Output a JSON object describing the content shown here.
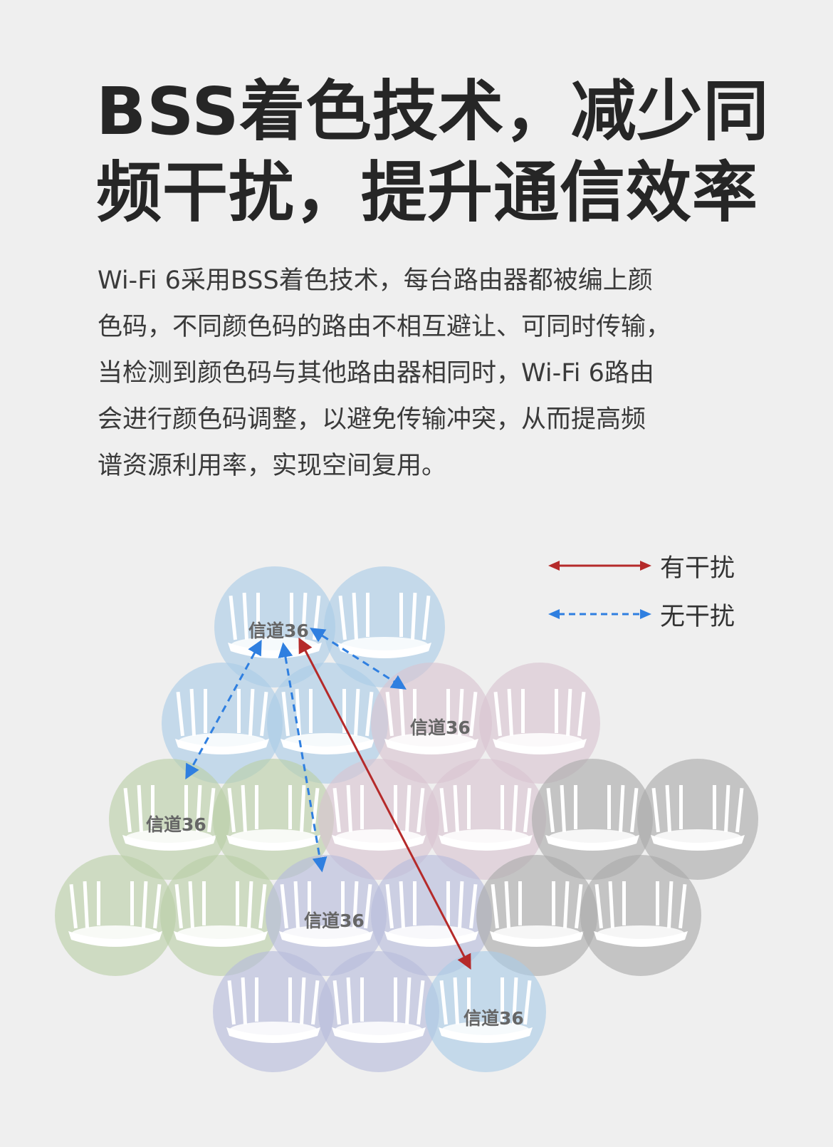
{
  "headline": {
    "line1": "BSS着色技术，减少同",
    "line2": "频干扰，提升通信效率"
  },
  "body": {
    "lines": [
      "Wi-Fi 6采用BSS着色技术，每台路由器都被编上颜",
      "色码，不同颜色码的路由不相互避让、可同时传输，",
      "当检测到颜色码与其他路由器相同时，Wi-Fi 6路由",
      "会进行颜色码调整，以避免传输冲突，从而提高频",
      "谱资源利用率，实现空间复用。"
    ]
  },
  "legend": {
    "interference_label": "有干扰",
    "no_interference_label": "无干扰",
    "interference_color": "#b52a2a",
    "no_interference_color": "#2f7fe0"
  },
  "diagram": {
    "channel_labels": [
      "信道36",
      "信道36",
      "信道36",
      "信道36",
      "信道36"
    ],
    "colors": {
      "blue": "#a9cce6",
      "pink": "#d9c3d0",
      "green": "#b9cfa6",
      "gray": "#a9a9a9",
      "purple": "#b7bcdc",
      "light_blue": "#a9cce6"
    },
    "icon": "router-icon"
  }
}
